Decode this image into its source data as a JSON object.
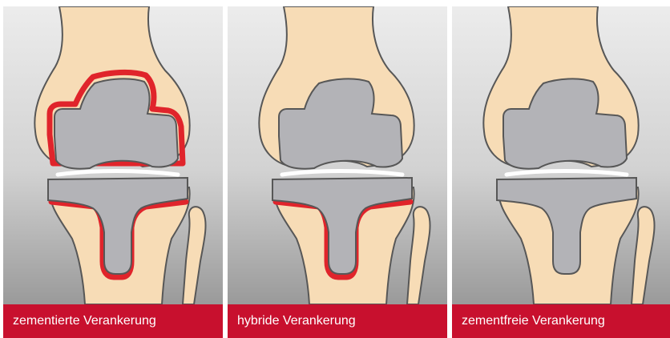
{
  "panels": [
    {
      "caption": "zementierte Verankerung",
      "cement_femur": true,
      "cement_tibia": true
    },
    {
      "caption": "hybride Verankerung",
      "cement_femur": false,
      "cement_tibia": true
    },
    {
      "caption": "zementfreie Verankerung",
      "cement_femur": false,
      "cement_tibia": false
    }
  ],
  "colors": {
    "caption_bar": "#c8102e",
    "caption_text": "#ffffff",
    "bone": "#f7dcb6",
    "implant": "#b3b3b7",
    "outline": "#575757",
    "cement": "#e0242b",
    "background_top": "#ebebeb",
    "background_bottom": "#9c9c9c"
  }
}
